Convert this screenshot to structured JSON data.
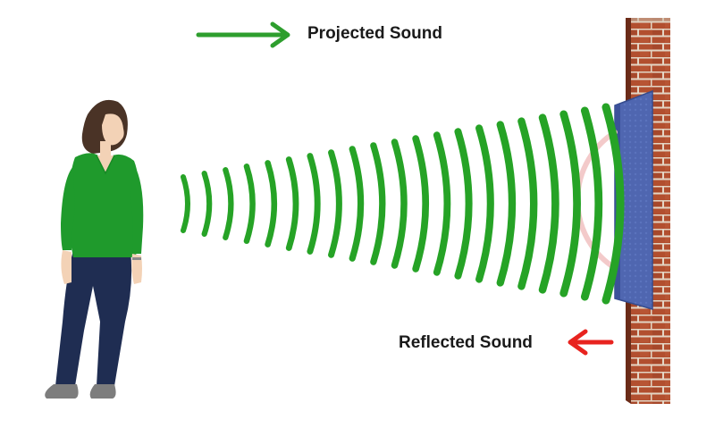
{
  "labels": {
    "projected": "Projected Sound",
    "reflected": "Reflected Sound"
  },
  "colors": {
    "projected_arrow": "#2e9e2e",
    "reflected_arrow": "#e8231f",
    "sound_wave": "#26a326",
    "reflected_wave": "#f2c4c4",
    "shirt": "#1f9a2c",
    "jeans": "#1f2d52",
    "hair": "#4a3326",
    "skin": "#f3d2b6",
    "shoes": "#7d7d7d",
    "brick": "#a5472a",
    "mortar": "#e3d5c4",
    "panel": "#4f66b0"
  },
  "icons": {
    "person": "woman-standing",
    "wall": "brick-wall",
    "panel": "acoustic-panel"
  }
}
